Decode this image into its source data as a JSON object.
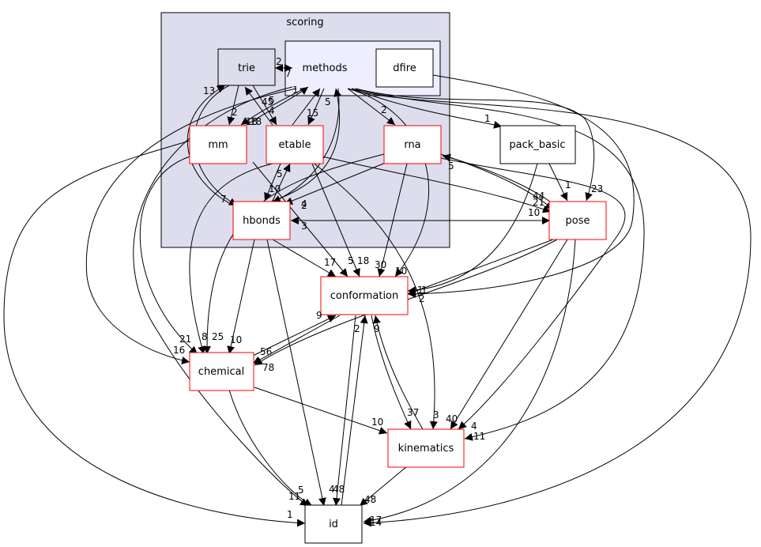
{
  "diagram": {
    "cluster_scoring": "scoring",
    "cluster_methods": "methods",
    "nodes": {
      "trie": "trie",
      "dfire": "dfire",
      "mm": "mm",
      "etable": "etable",
      "rna": "rna",
      "hbonds": "hbonds",
      "pack_basic": "pack_basic",
      "pose": "pose",
      "conformation": "conformation",
      "chemical": "chemical",
      "kinematics": "kinematics",
      "id": "id"
    },
    "edge_labels": {
      "trie_methods_2": "2",
      "methods_trie_7": "7",
      "trie_mm_2": "2",
      "trie_etable_4": "4",
      "mm_methods_18": "18",
      "etable_trie_5": "5",
      "etable_methods_15": "15",
      "hbonds_trie_13": "13",
      "hbonds_methods_5": "5",
      "methods_rna_2": "2",
      "methods_mm_18": "18",
      "methods_pack_basic_1": "1",
      "methods_pose_23": "23",
      "methods_etable_1": "1",
      "methods_conformation_10": "10",
      "etable_hbonds_5": "5",
      "hbonds_etable_10": "10",
      "rna_hbonds_4": "4",
      "rna_pose_44": "44",
      "pose_rna_5": "5",
      "rna_kinematics_4": "4",
      "rna_conformation_30": "30",
      "pose_hbonds_3": "3",
      "hbonds_pose_10": "10",
      "etable_hbonds_2": "2",
      "etable_pose_21": "21",
      "hbonds_conformation_17": "17",
      "hbonds_chemical_10": "10",
      "hbonds_id_4": "4",
      "mm_conformation_5": "5",
      "etable_conformation_18": "18",
      "mm_chemical_21": "21",
      "mm_id_1": "1",
      "trie_hbonds_7": "7",
      "pack_basic_pose_1": "1",
      "pack_basic_conformation_1": "1",
      "pose_conformation_1": "1",
      "pose_conformation_2": "2",
      "pose_chemical_78": "78",
      "pose_kinematics_40": "40",
      "pose_id_14": "14",
      "conformation_chemical_56": "56",
      "chemical_conformation_9": "9",
      "conformation_id_4": "4",
      "id_conformation_2": "2",
      "conformation_kinematics_37": "37",
      "kinematics_conformation_9": "9",
      "chemical_kinematics_10": "10",
      "chemical_id_5": "5",
      "kinematics_id_48": "48",
      "id_label_48": "48",
      "etable_chemical_8": "8",
      "rna_chemical_25": "25",
      "trie_chemical_16": "16",
      "methods_kinematics_11": "11",
      "dfire_id_17": "17",
      "etable_kinematics_3": "3",
      "methods_id_11": "11",
      "dfire_conformation_1": "1",
      "hbonds_trie_45": "45"
    }
  }
}
